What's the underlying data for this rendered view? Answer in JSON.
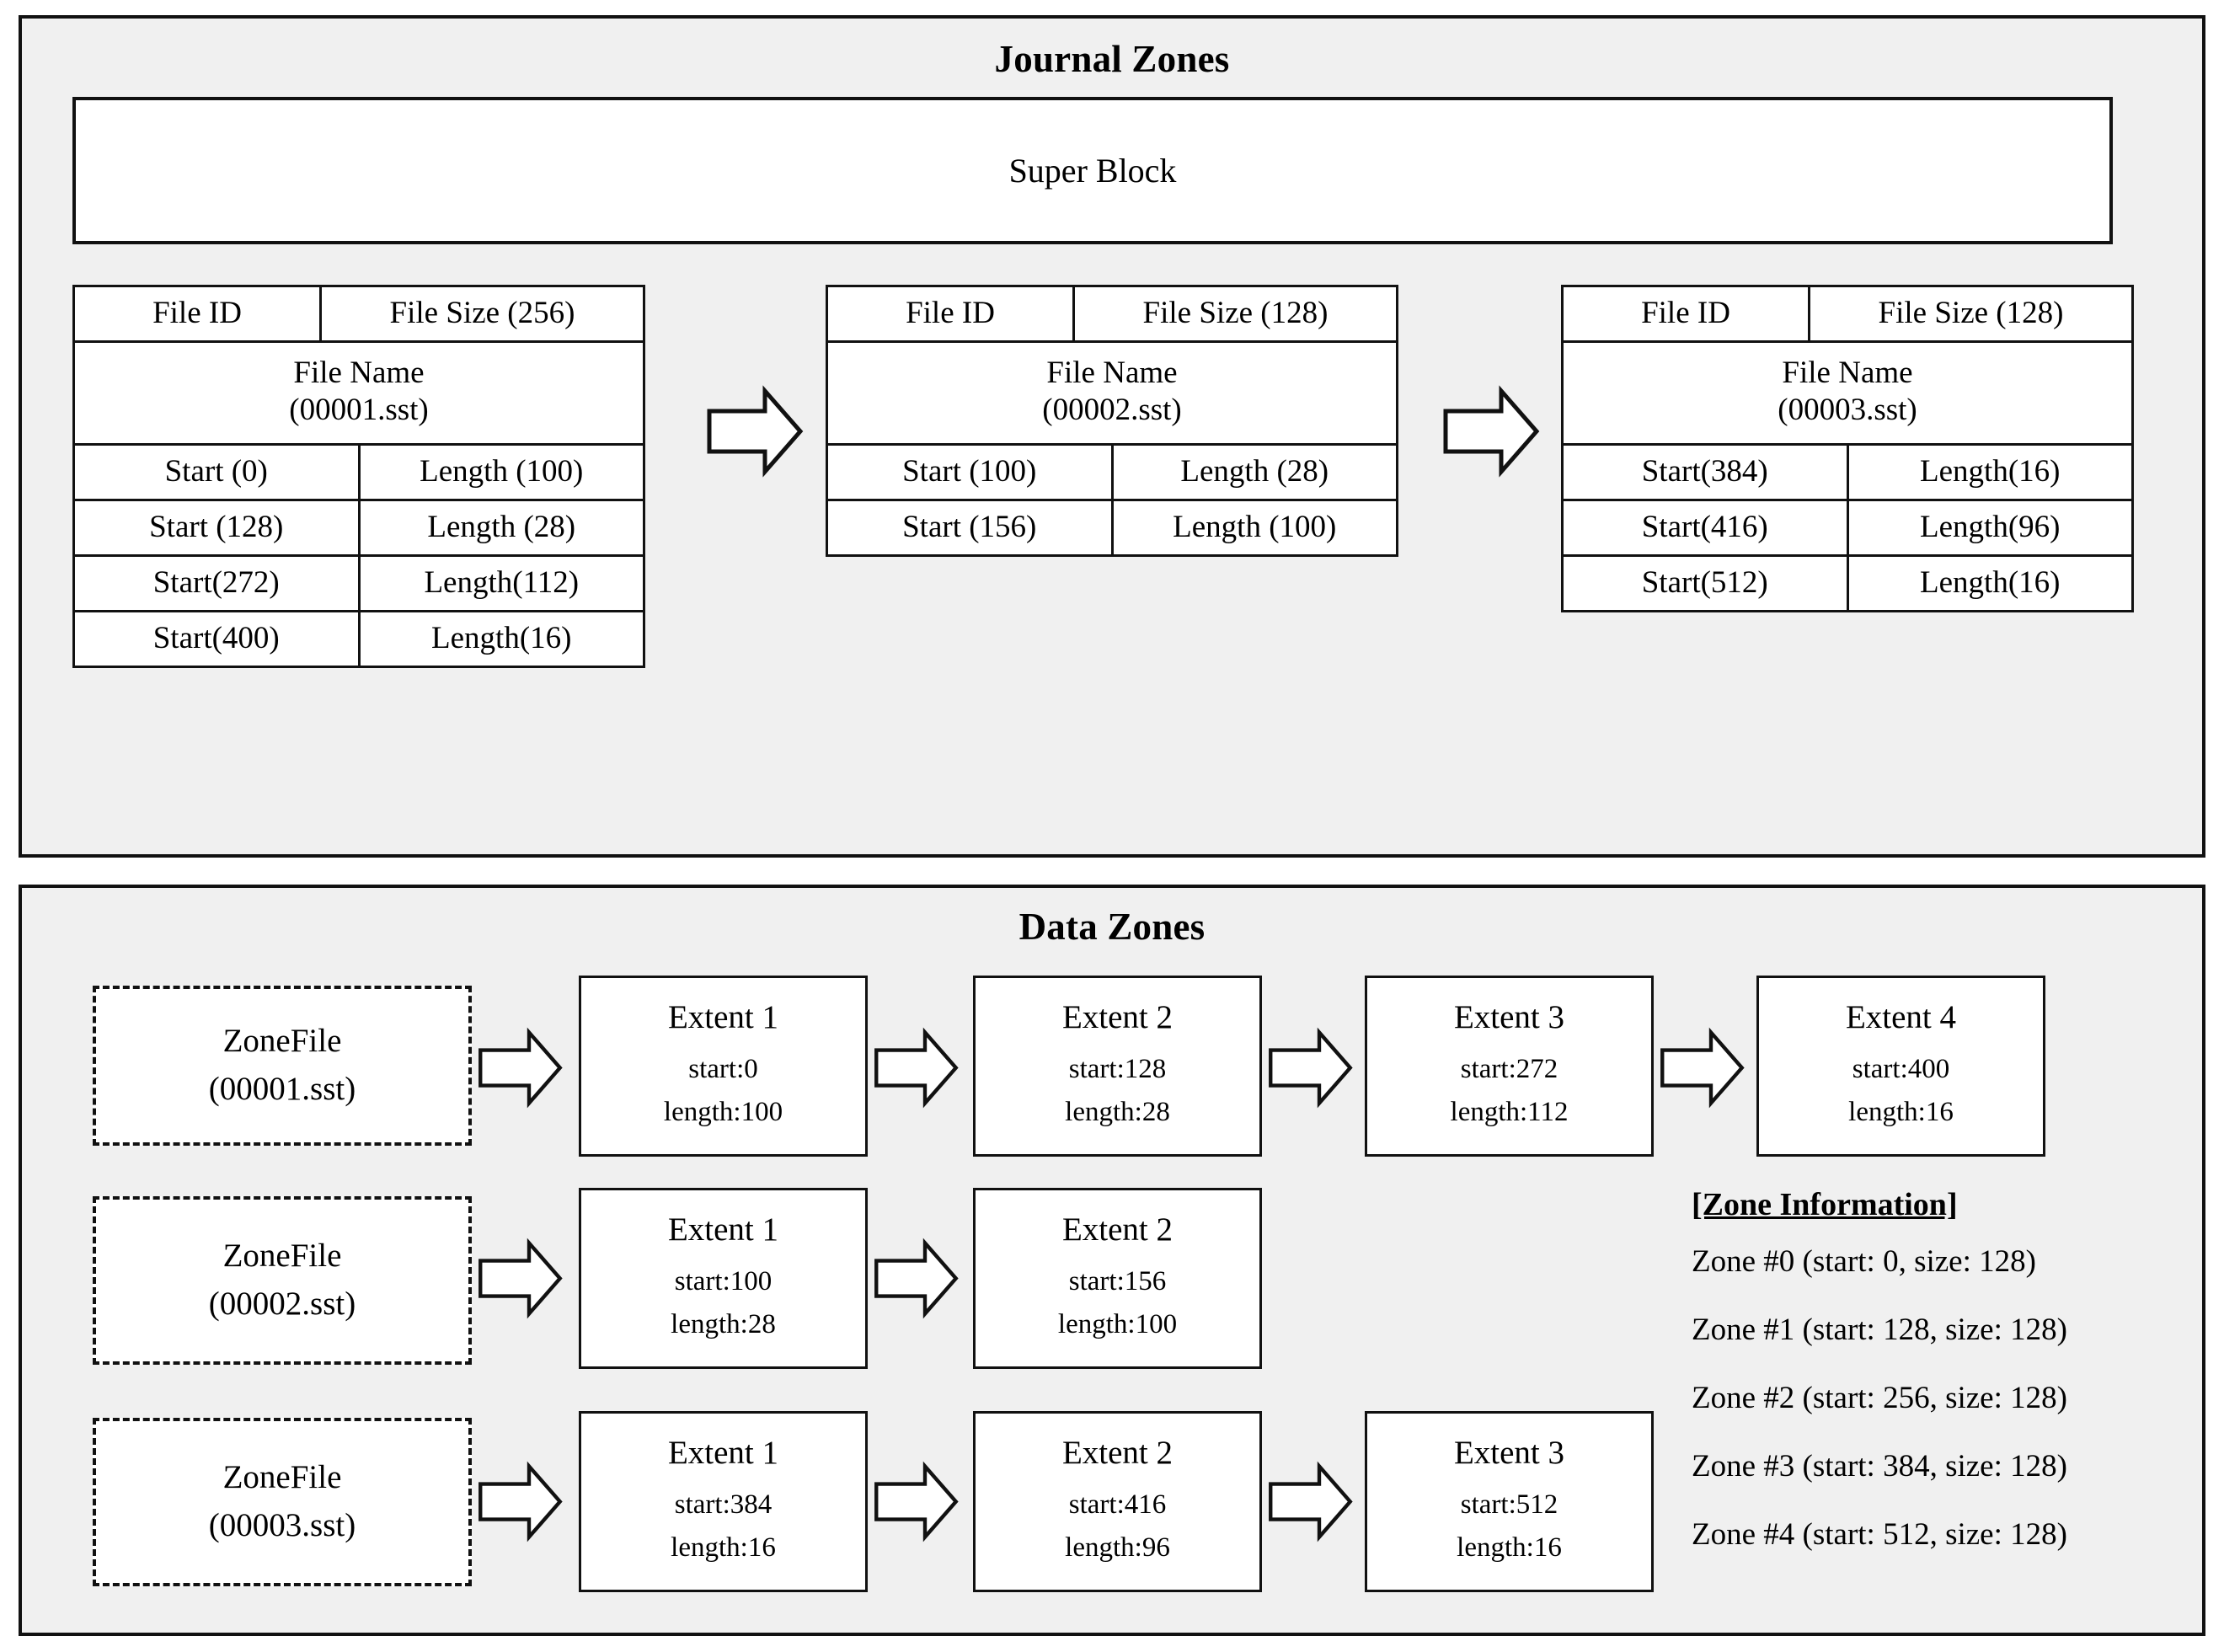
{
  "journal": {
    "title": "Journal Zones",
    "super_block_label": "Super Block",
    "records": [
      {
        "file_id_label": "File ID",
        "file_size_label": "File Size (256)",
        "file_name_label": "File Name",
        "file_name_value": "(00001.sst)",
        "extents": [
          {
            "start": "Start (0)",
            "length": "Length (100)"
          },
          {
            "start": "Start (128)",
            "length": "Length (28)"
          },
          {
            "start": "Start(272)",
            "length": "Length(112)"
          },
          {
            "start": "Start(400)",
            "length": "Length(16)"
          }
        ]
      },
      {
        "file_id_label": "File ID",
        "file_size_label": "File Size (128)",
        "file_name_label": "File Name",
        "file_name_value": "(00002.sst)",
        "extents": [
          {
            "start": "Start (100)",
            "length": "Length (28)"
          },
          {
            "start": "Start (156)",
            "length": "Length (100)"
          }
        ]
      },
      {
        "file_id_label": "File ID",
        "file_size_label": "File Size (128)",
        "file_name_label": "File Name",
        "file_name_value": "(00003.sst)",
        "extents": [
          {
            "start": "Start(384)",
            "length": "Length(16)"
          },
          {
            "start": "Start(416)",
            "length": "Length(96)"
          },
          {
            "start": "Start(512)",
            "length": "Length(16)"
          }
        ]
      }
    ]
  },
  "data": {
    "title": "Data Zones",
    "rows": [
      {
        "zonefile_label": "ZoneFile",
        "zonefile_value": "(00001.sst)",
        "extents": [
          {
            "title": "Extent 1",
            "start": "start:0",
            "length": "length:100"
          },
          {
            "title": "Extent 2",
            "start": "start:128",
            "length": "length:28"
          },
          {
            "title": "Extent 3",
            "start": "start:272",
            "length": "length:112"
          },
          {
            "title": "Extent 4",
            "start": "start:400",
            "length": "length:16"
          }
        ]
      },
      {
        "zonefile_label": "ZoneFile",
        "zonefile_value": "(00002.sst)",
        "extents": [
          {
            "title": "Extent 1",
            "start": "start:100",
            "length": "length:28"
          },
          {
            "title": "Extent 2",
            "start": "start:156",
            "length": "length:100"
          }
        ]
      },
      {
        "zonefile_label": "ZoneFile",
        "zonefile_value": "(00003.sst)",
        "extents": [
          {
            "title": "Extent 1",
            "start": "start:384",
            "length": "length:16"
          },
          {
            "title": "Extent 2",
            "start": "start:416",
            "length": "length:96"
          },
          {
            "title": "Extent 3",
            "start": "start:512",
            "length": "length:16"
          }
        ]
      }
    ],
    "zone_information": {
      "title": "[Zone Information]",
      "zones": [
        "Zone #0 (start: 0, size: 128)",
        "Zone #1 (start: 128, size: 128)",
        "Zone #2 (start: 256, size: 128)",
        "Zone #3 (start: 384, size: 128)",
        "Zone #4 (start: 512, size: 128)"
      ]
    }
  },
  "colors": {
    "panel_background": "#f0f0f0",
    "box_background": "#ffffff",
    "stroke": "#111111",
    "page_background": "#ffffff"
  }
}
